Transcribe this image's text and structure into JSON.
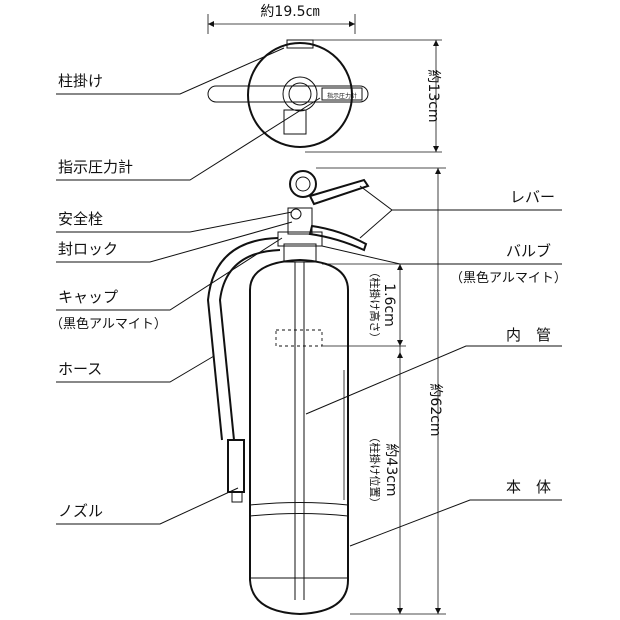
{
  "labels": {
    "hashira_kake": "柱掛け",
    "shiji_atsuryokukei": "指示圧力計",
    "anzen_sen": "安全栓",
    "fuu_lock": "封ロック",
    "cap": "キャップ",
    "cap_note": "（黒色アルマイト）",
    "hose": "ホース",
    "nozzle": "ノズル",
    "lever": "レバー",
    "valve": "バルブ",
    "valve_note": "（黒色アルマイト）",
    "naikan": "内　管",
    "hontai": "本　体"
  },
  "dimensions": {
    "width_top": "約19.5㎝",
    "depth_top": "約13cm",
    "total_height": "約62cm",
    "hook_height_note": "（柱掛け高さ）",
    "hook_height": "1.6cm",
    "hook_position_note": "（柱掛け位置）",
    "hook_position": "約43cm"
  },
  "gauge_text": "指示圧力計"
}
